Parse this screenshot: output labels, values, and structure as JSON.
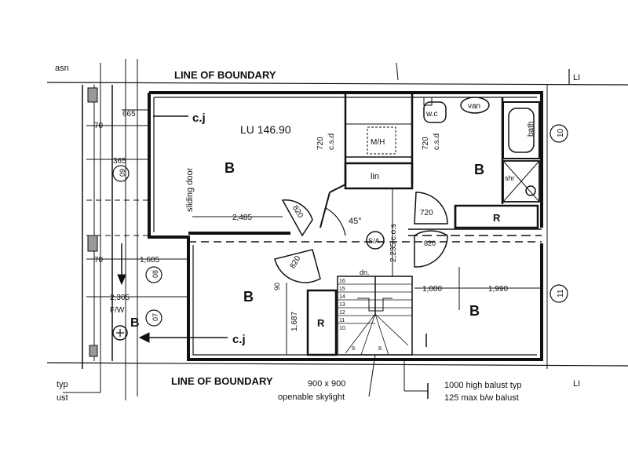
{
  "boundary": {
    "top": "LINE OF BOUNDARY",
    "bottom": "LINE OF BOUNDARY"
  },
  "edge_fragments": {
    "top_left": "asn",
    "right_top": "LI",
    "right_bottom": "LI",
    "left_typ": "typ",
    "left_ust": "ust"
  },
  "rooms": {
    "bed_upper_left": "B",
    "bed_upper_right": "B",
    "bed_lower_left": "B",
    "bed_lower_right": "B",
    "bed_far_left": "B",
    "robe_right": "R",
    "robe_lower": "R",
    "linen": "lin",
    "manhole": "M/H",
    "wc": "w.c",
    "vanity": "van",
    "bath": "bath",
    "shower": "shr",
    "sliding_door": "sliding door",
    "smoke_alarm": "S/A",
    "fw": "F/W"
  },
  "level": "LU 146.90",
  "cj": {
    "upper": "c.j",
    "lower": "c.j"
  },
  "dimensions": {
    "d665": "665",
    "d70_top": "70",
    "d365": "365",
    "d2485": "2,485",
    "d70_mid": "70",
    "d1605": "1,605",
    "d2305": "2,305",
    "d90": "90",
    "d1687": "1,687",
    "d1000": "1,000",
    "d1990": "1,990",
    "d2235": "2,235 c.o.s",
    "d820_a": "820",
    "d820_b": "820",
    "d820_c": "820",
    "d720_a": "720",
    "d720_b": "720",
    "d720_c": "720",
    "csd_a": "c.s.d",
    "csd_b": "c.s.d",
    "angle": "45°",
    "dn": "dn."
  },
  "markers": {
    "m09": "09",
    "m08": "08",
    "m07": "07",
    "m10": "10",
    "m11": "11"
  },
  "stairs": [
    "16",
    "15",
    "14",
    "13",
    "12",
    "11",
    "10.",
    "9.",
    "8."
  ],
  "notes": {
    "skylight_1": "900 x 900",
    "skylight_2": "openable skylight",
    "balust_1": "1000 high balust typ",
    "balust_2": "125 max b/w balust"
  }
}
